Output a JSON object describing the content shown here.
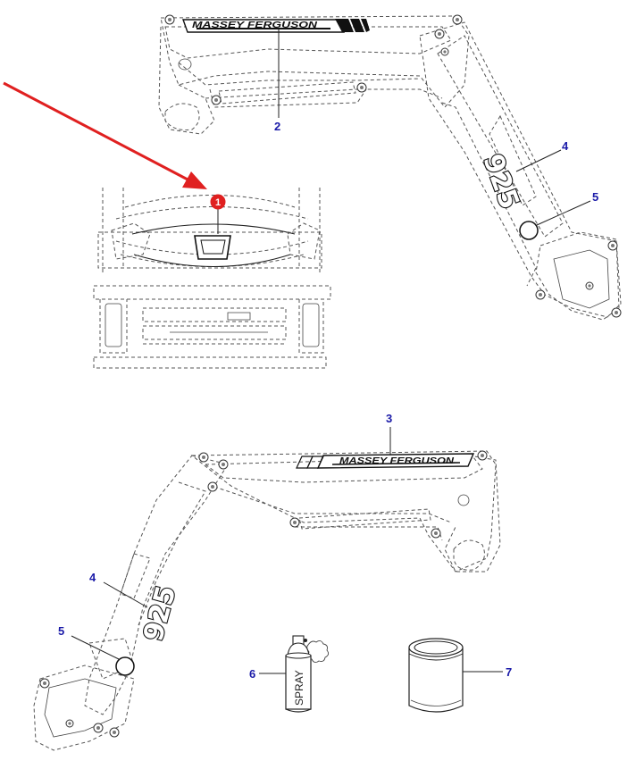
{
  "decal_brand_text": "MASSEY FERGUSON",
  "model_number_text": "925",
  "spray_can_label": "SPRAY",
  "marker": {
    "number": "1",
    "color": "#e02020"
  },
  "arrow_color": "#e02020",
  "callout_color": "#1a1aa8",
  "callouts": {
    "top_decal": "2",
    "top_model": "4",
    "top_circle": "5",
    "bottom_decal": "3",
    "bottom_model": "4",
    "bottom_circle": "5",
    "spray": "6",
    "paint_can": "7"
  }
}
